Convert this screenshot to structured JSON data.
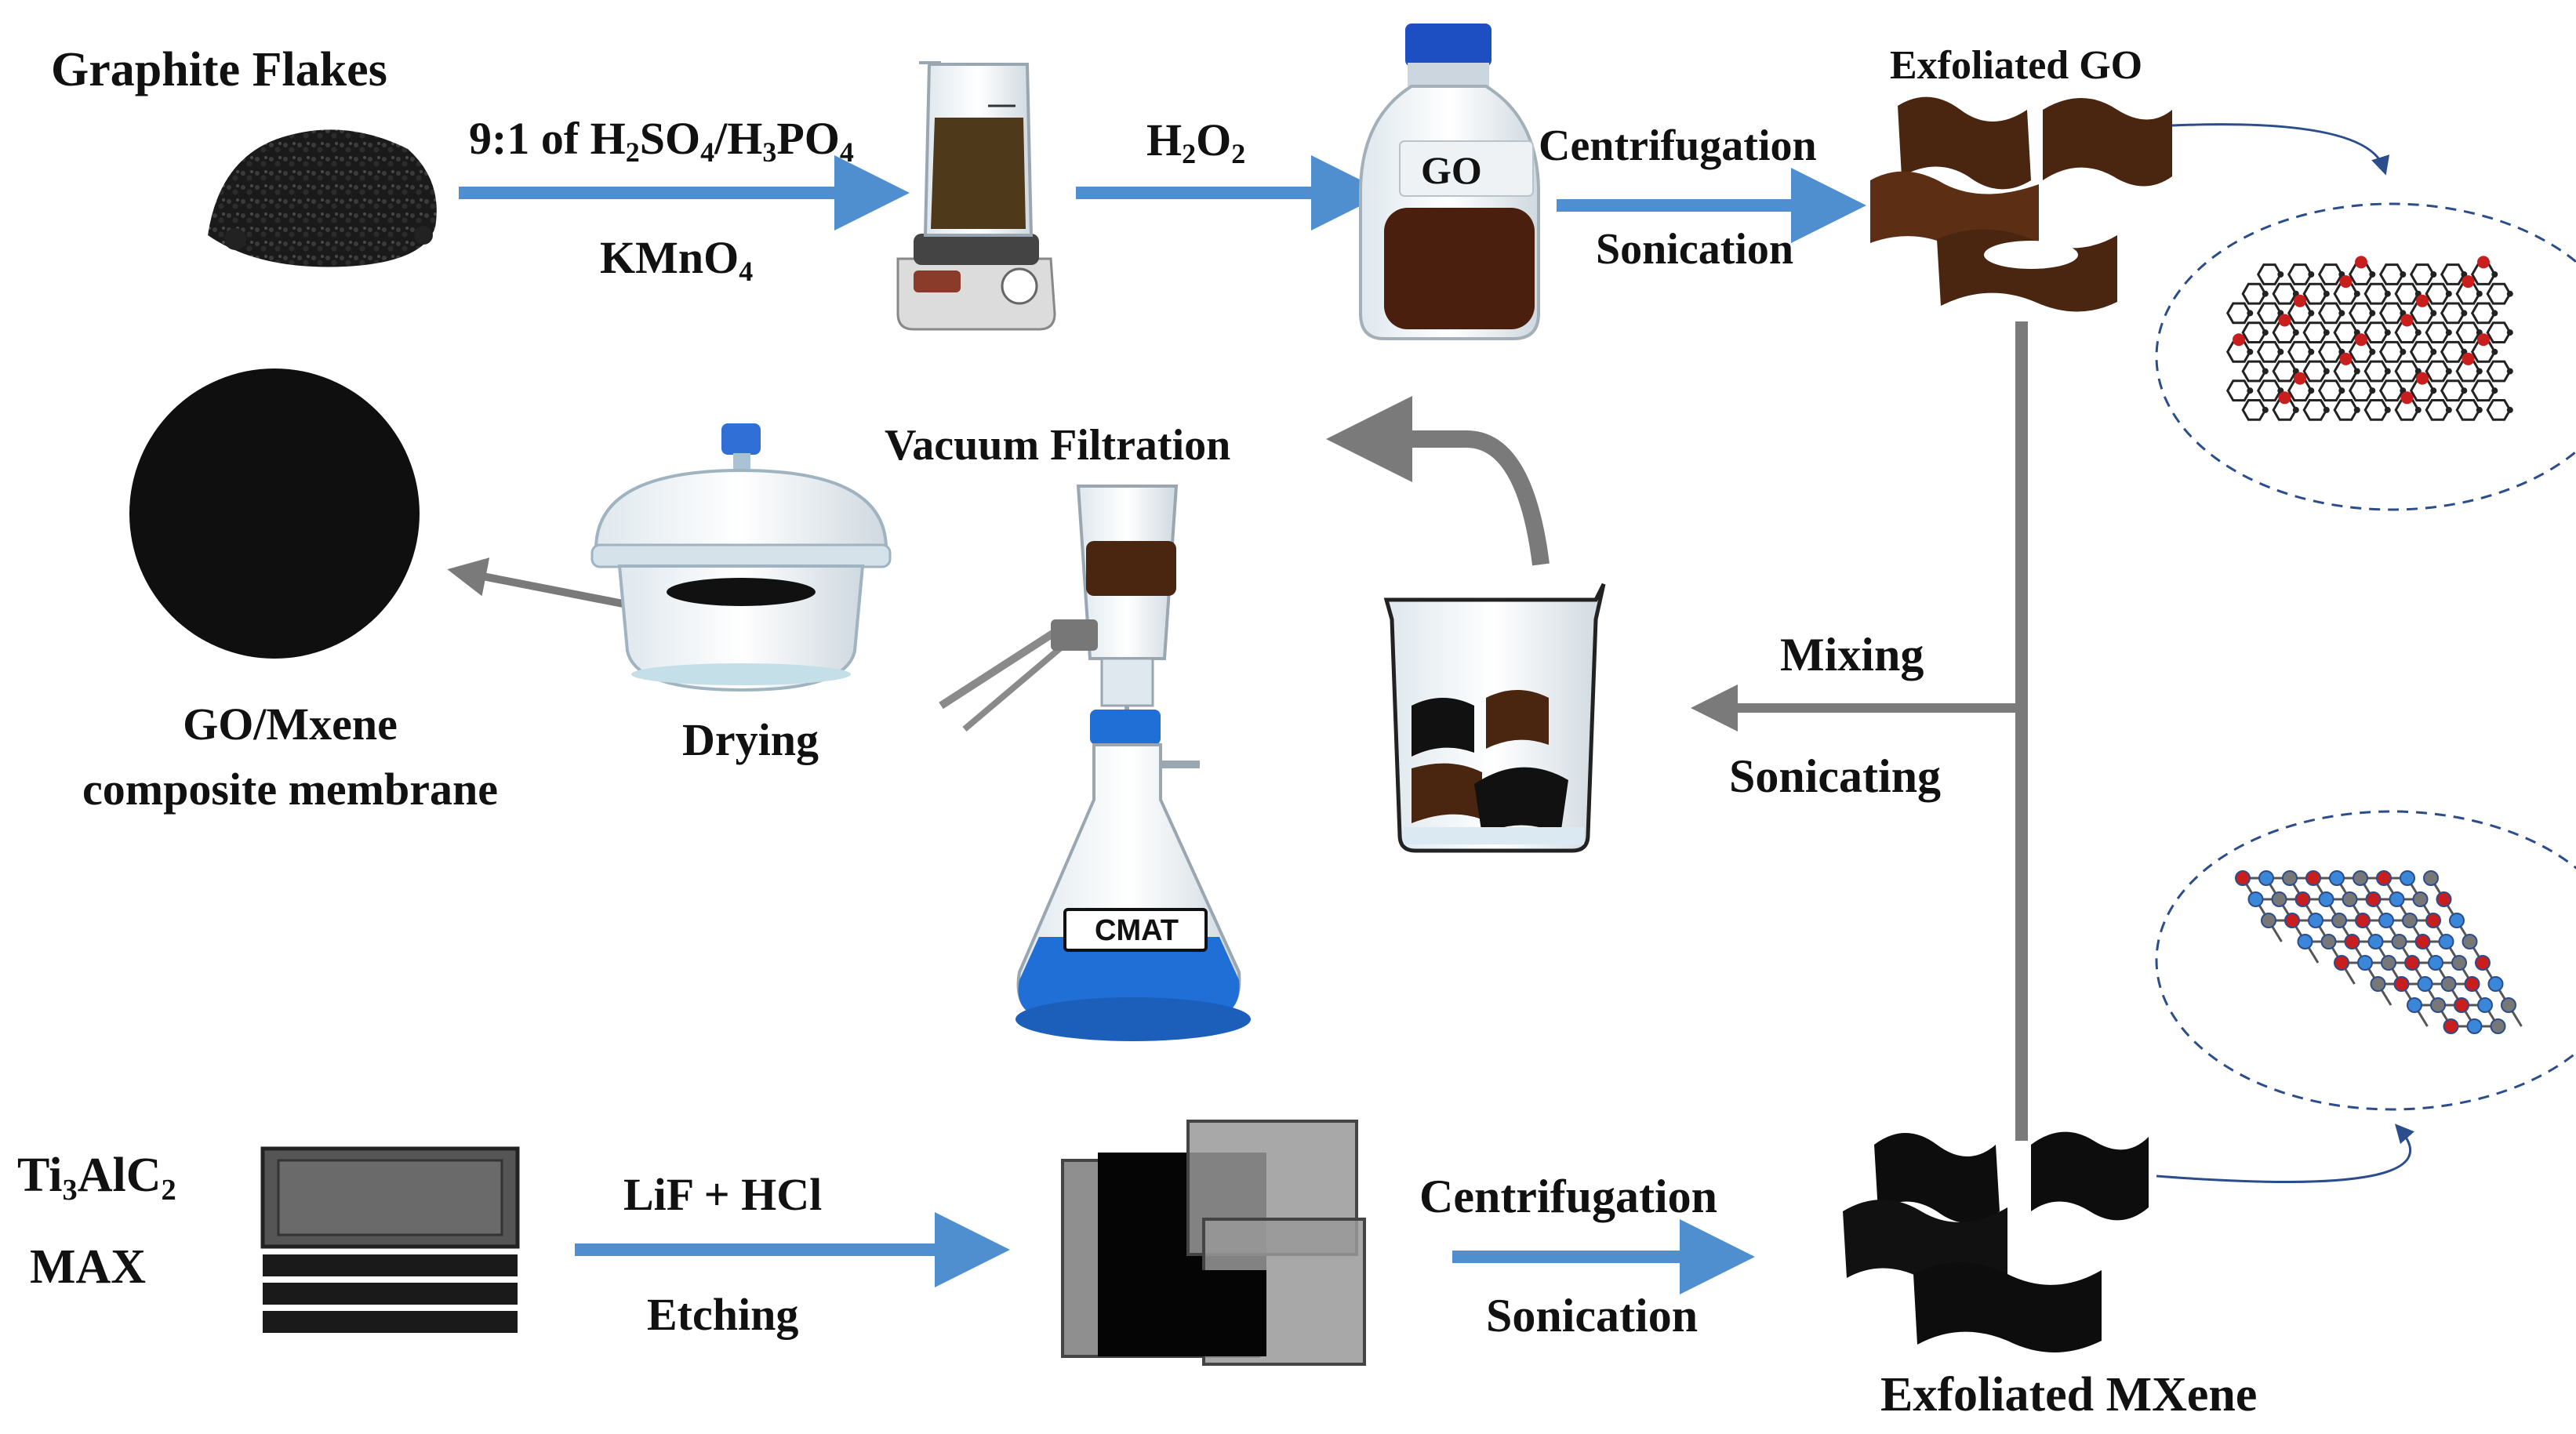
{
  "labels": {
    "graphite": "Graphite Flakes",
    "acid_ratio": "9:1 of ",
    "acid_1": "H",
    "acid_1_sub": "2",
    "acid_2": "SO",
    "acid_2_sub": "4",
    "acid_3": "/H",
    "acid_3_sub": "3",
    "acid_4": "PO",
    "acid_4_sub": "4",
    "kmno4_main": "KMnO",
    "kmno4_sub": "4",
    "h2o2_a": "H",
    "h2o2_a_sub": "2",
    "h2o2_b": "O",
    "h2o2_b_sub": "2",
    "bottle_go": "GO",
    "centrifugation_top": "Centrifugation",
    "sonication_top": "Sonication",
    "exfoliated_go": "Exfoliated GO",
    "vacuum_filtration": "Vacuum  Filtration",
    "mixing": "Mixing",
    "sonicating": "Sonicating",
    "drying": "Drying",
    "membrane_line1": "GO/Mxene",
    "membrane_line2": "composite  membrane",
    "flask_label": "CMAT",
    "max_formula_a": "Ti",
    "max_formula_a_sub": "3",
    "max_formula_b": "AlC",
    "max_formula_b_sub": "2",
    "max_label": "MAX",
    "lif_hcl": "LiF + HCl",
    "etching": "Etching",
    "centrifugation_bottom": "Centrifugation",
    "sonication_bottom": "Sonication",
    "exfoliated_mxene": "Exfoliated MXene"
  },
  "colors": {
    "arrow_blue": "#4f8fd0",
    "arrow_gray": "#7a7a7a",
    "go_brown": "#4a2510",
    "go_brown_light": "#6b3a1b",
    "mxene_black": "#0d0d0d",
    "flask_blue": "#1f6fd6",
    "dashed_blue": "#2b4d8c",
    "oxygen_red": "#c81e1e",
    "titanium_blue": "#3a86d8"
  },
  "icons": [
    "graphite-flakes-icon",
    "beaker-stirrer-icon",
    "go-bottle-icon",
    "go-sheets-icon",
    "go-molecule-icon",
    "membrane-disc-icon",
    "desiccator-icon",
    "filtration-flask-icon",
    "mixing-beaker-icon",
    "max-block-icon",
    "etched-sheets-icon",
    "mxene-sheets-icon",
    "mxene-molecule-icon"
  ]
}
